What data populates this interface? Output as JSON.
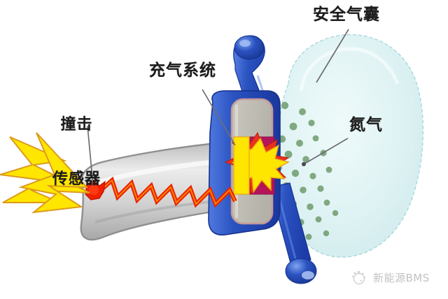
{
  "diagram": {
    "title_alt": "汽车安全气囊工作原理示意图",
    "background_color": "#ffffff",
    "labels": {
      "airbag": "安全气囊",
      "inflation_system": "充气系统",
      "impact_sensor_line1": "撞击",
      "impact_sensor_line2": "传感器",
      "nitrogen": "氮气"
    },
    "colors": {
      "airbag_fill": "#dff2f2",
      "airbag_edge": "#a9d8dc",
      "nitrogen_dot": "#6f9c6d",
      "housing_blue": "#2a52c0",
      "housing_blue_dark": "#1d3ea0",
      "column_gray": "#d6d6d6",
      "column_gray_dark": "#9a9a9a",
      "module_gray": "#c2c0b6",
      "module_border": "#c49a9a",
      "burst_yellow": "#ffe600",
      "burst_orange": "#e08a1e",
      "crimson": "#b4145a",
      "signal_red": "#ee2200",
      "label_text": "#1b1b1b",
      "leader_line": "#6e6e72"
    },
    "elements": {
      "airbag_name": "inflated-airbag-balloon",
      "nitrogen_dot_count": 26,
      "inflator_name": "inflator-module",
      "sensor_name": "impact-sensor-node",
      "column_name": "steering-column-arm",
      "strut_top_name": "upper-blue-strut",
      "strut_bottom_name": "lower-blue-strut",
      "impact_burst_name": "impact-lightning-burst",
      "signal_wire_name": "zigzag-signal-wire",
      "explosion_name": "gas-generator-explosion"
    }
  },
  "watermark": {
    "text": "新能源BMS",
    "logo_icon": "dotted-circle-logo-icon"
  }
}
